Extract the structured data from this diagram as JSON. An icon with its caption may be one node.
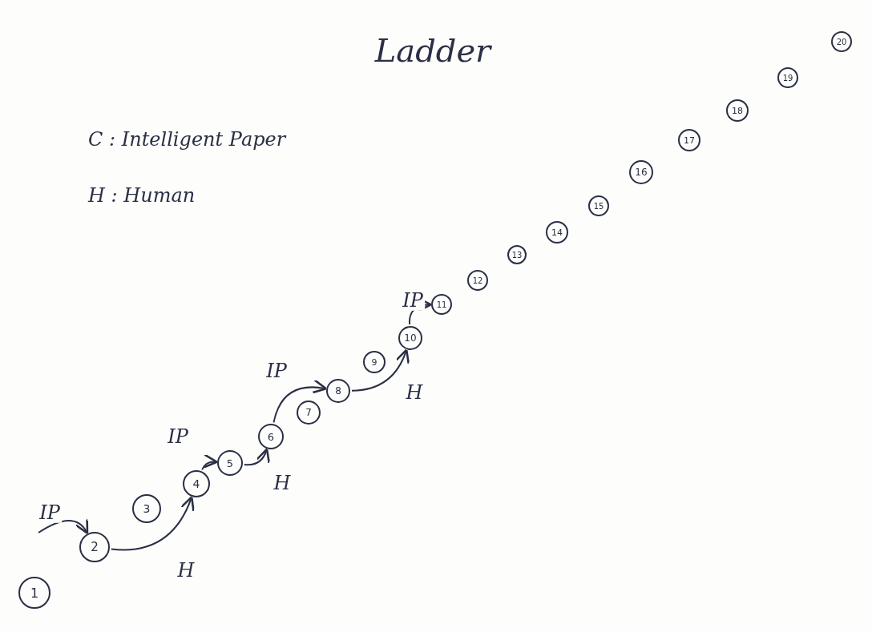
{
  "diagram": {
    "title": "Ladder",
    "nodes": [
      {
        "text": [
          "1"
        ]
      },
      {
        "text": [
          "2"
        ]
      },
      {
        "text": [
          "3"
        ]
      },
      {
        "text": [
          "4"
        ]
      },
      {
        "text": [
          "5"
        ]
      },
      {
        "text": [
          "6"
        ]
      },
      {
        "text": [
          "7"
        ]
      },
      {
        "text": [
          "8"
        ]
      },
      {
        "text": [
          "9"
        ]
      },
      {
        "text": [
          "10"
        ]
      },
      {
        "text": [
          "11"
        ]
      },
      {
        "text": [
          "12"
        ]
      },
      {
        "text": [
          "13"
        ]
      },
      {
        "text": [
          "14"
        ]
      },
      {
        "text": [
          "15"
        ]
      },
      {
        "text": [
          "16"
        ]
      },
      {
        "text": [
          "17"
        ]
      },
      {
        "text": [
          "18"
        ]
      },
      {
        "text": [
          "19"
        ]
      },
      {
        "text": [
          "20"
        ]
      }
    ],
    "edges": [
      {
        "from": null,
        "to": 1,
        "arrow": "to",
        "label": "IP"
      },
      {
        "from": 1,
        "to": 3,
        "arrow": "to",
        "label": "H"
      },
      {
        "from": 3,
        "to": 4,
        "arrow": "to",
        "label": "IP"
      },
      {
        "from": 4,
        "to": 5,
        "arrow": "to",
        "label": "H"
      },
      {
        "from": 5,
        "to": 7,
        "arrow": "to",
        "label": "IP"
      },
      {
        "from": 7,
        "to": 9,
        "arrow": "to",
        "label": "H"
      },
      {
        "from": 9,
        "to": 10,
        "arrow": "to",
        "label": "IP"
      }
    ],
    "labels": [
      "C : Intelligent Paper",
      "H : Human"
    ]
  }
}
